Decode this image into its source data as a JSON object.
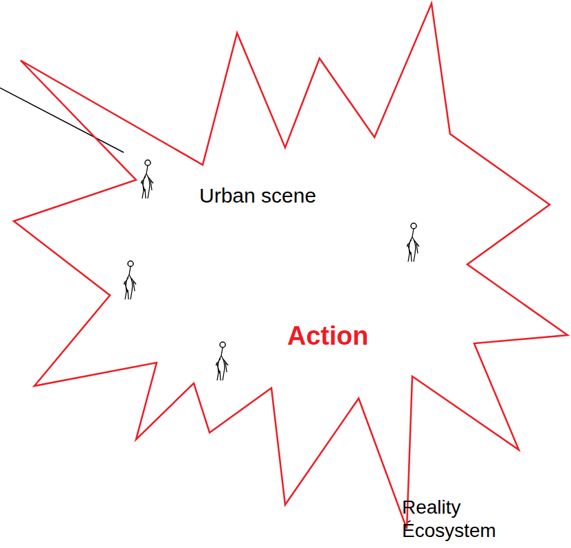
{
  "diagram": {
    "nodes": [
      {
        "text": [
          "Urban scene",
          "Action"
        ]
      }
    ],
    "labels": [
      "Reality Écosystem"
    ]
  }
}
